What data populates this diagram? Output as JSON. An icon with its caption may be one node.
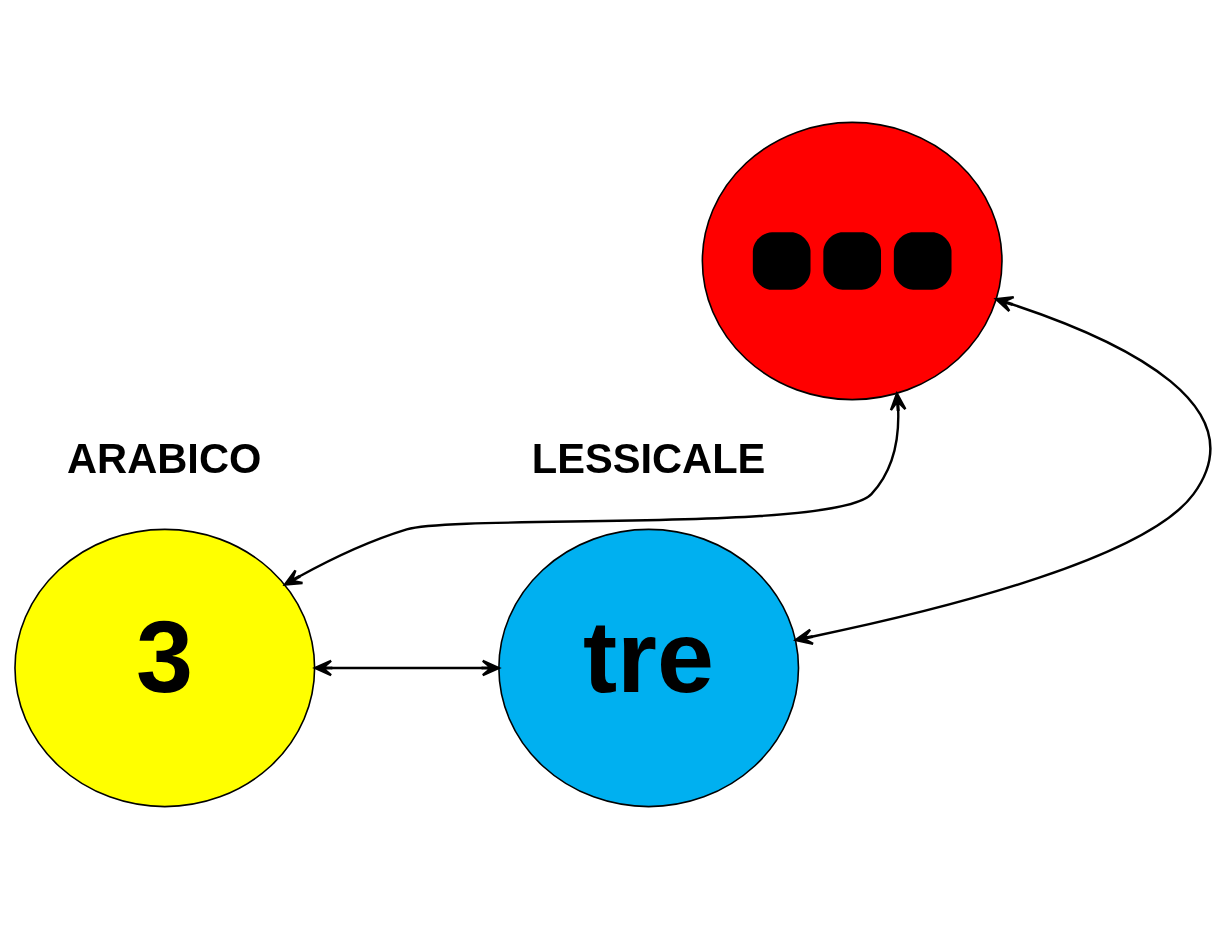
{
  "diagram": {
    "nodes": [
      {
        "text": [],
        "shape": "circle"
      },
      {
        "text": [
          "3"
        ],
        "beside": [
          "ARABICO"
        ]
      },
      {
        "text": [
          "tre"
        ],
        "beside": [
          "LESSICALE"
        ]
      }
    ],
    "edges": [
      {
        "from": 0,
        "to": 1,
        "arrow": "both"
      },
      {
        "from": 0,
        "to": 2,
        "arrow": "both"
      },
      {
        "from": 1,
        "to": 2,
        "arrow": "both"
      }
    ]
  }
}
